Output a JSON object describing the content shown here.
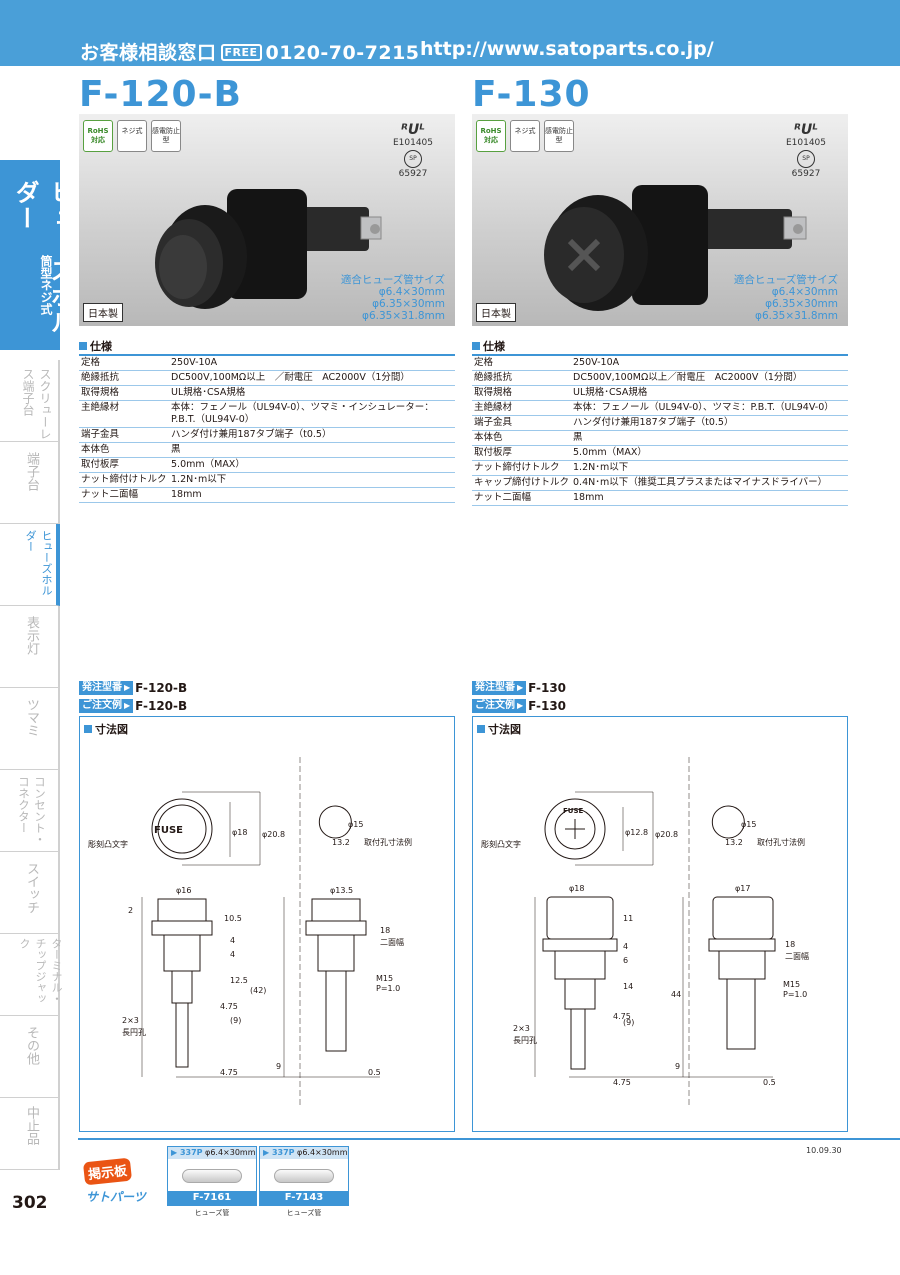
{
  "header": {
    "tel_label": "お客様相談窓口",
    "free_badge": "FREE",
    "tel_number": "0120-70-7215",
    "url": "http://www.satoparts.co.jp/"
  },
  "side": {
    "current_title": "ヒューズホルダー",
    "current_sub": "筒型ネジ式",
    "tabs": [
      {
        "label": "スクリューレス端子台"
      },
      {
        "label": "端子台"
      },
      {
        "label": "ヒューズホルダー"
      },
      {
        "label": "表示灯"
      },
      {
        "label": "ツマミ"
      },
      {
        "label": "コンセント・コネクター"
      },
      {
        "label": "スイッチ"
      },
      {
        "label": "ターミナル・チップジャック"
      },
      {
        "label": "その他"
      },
      {
        "label": "中止品"
      }
    ],
    "page_number": "302"
  },
  "products": [
    {
      "model": "F-120-B",
      "badges": [
        "RoHS対応",
        "ネジ式",
        "感電防止型"
      ],
      "ul_file": "E101405",
      "csa_file": "65927",
      "fuse_sizes_title": "適合ヒューズ管サイズ",
      "fuse_sizes": [
        "φ6.4×30mm",
        "φ6.35×30mm",
        "φ6.35×31.8mm"
      ],
      "made_in": "日本製",
      "spec_title": "仕様",
      "specs": [
        {
          "k": "定格",
          "v": "250V-10A"
        },
        {
          "k": "絶縁抵抗",
          "v": "DC500V,100MΩ以上　／耐電圧　AC2000V（1分間）"
        },
        {
          "k": "取得規格",
          "v": "UL規格･CSA規格"
        },
        {
          "k": "主絶縁材",
          "v": "本体：フェノール（UL94V-0）、ツマミ・インシュレーター：P.B.T.（UL94V-0）"
        },
        {
          "k": "端子金具",
          "v": "ハンダ付け兼用187タブ端子（t0.5）"
        },
        {
          "k": "本体色",
          "v": "黒"
        },
        {
          "k": "取付板厚",
          "v": "5.0mm（MAX）"
        },
        {
          "k": "ナット締付けトルク",
          "v": "1.2N･m以下"
        },
        {
          "k": "ナット二面幅",
          "v": "18mm"
        }
      ],
      "order_label": "発注型番",
      "order_value": "F-120-B",
      "example_label": "ご注文例",
      "example_value": "F-120-B",
      "dim_title": "寸法図",
      "dim": {
        "emboss_label": "彫刻凸文字",
        "fuse_text": "FUSE",
        "d_inner": "φ18",
        "d_outer": "φ20.8",
        "hole_d": "φ15",
        "hole_w": "13.2",
        "hole_label": "取付孔寸法例",
        "top_d": "φ16",
        "side_d": "φ13.5",
        "h1": "2",
        "h2": "10.5",
        "h3": "4",
        "h4": "4",
        "h5": "12.5",
        "total_h": "(42)",
        "h6": "(9)",
        "h7": "9",
        "nut": "18",
        "nut_label": "二面幅",
        "thread": "M15",
        "pitch": "P=1.0",
        "slot": "2×3",
        "slot_label": "長円孔",
        "w1": "4.75",
        "w2": "4.75",
        "t": "0.5"
      }
    },
    {
      "model": "F-130",
      "badges": [
        "RoHS対応",
        "ネジ式",
        "感電防止型"
      ],
      "ul_file": "E101405",
      "csa_file": "65927",
      "fuse_sizes_title": "適合ヒューズ管サイズ",
      "fuse_sizes": [
        "φ6.4×30mm",
        "φ6.35×30mm",
        "φ6.35×31.8mm"
      ],
      "made_in": "日本製",
      "spec_title": "仕様",
      "specs": [
        {
          "k": "定格",
          "v": "250V-10A"
        },
        {
          "k": "絶縁抵抗",
          "v": "DC500V,100MΩ以上／耐電圧　AC2000V（1分間）"
        },
        {
          "k": "取得規格",
          "v": "UL規格･CSA規格"
        },
        {
          "k": "主絶縁材",
          "v": "本体：フェノール（UL94V-0）、ツマミ：P.B.T.（UL94V-0）"
        },
        {
          "k": "端子金具",
          "v": "ハンダ付け兼用187タブ端子（t0.5）"
        },
        {
          "k": "本体色",
          "v": "黒"
        },
        {
          "k": "取付板厚",
          "v": "5.0mm（MAX）"
        },
        {
          "k": "ナット締付けトルク",
          "v": "1.2N･m以下"
        },
        {
          "k": "キャップ締付けトルク",
          "v": "0.4N･m以下（推奨工具プラスまたはマイナスドライバー）"
        },
        {
          "k": "ナット二面幅",
          "v": "18mm"
        }
      ],
      "order_label": "発注型番",
      "order_value": "F-130",
      "example_label": "ご注文例",
      "example_value": "F-130",
      "dim_title": "寸法図",
      "dim": {
        "emboss_label": "彫刻凸文字",
        "fuse_text": "FUSE",
        "d_inner": "φ12.8",
        "d_outer": "φ20.8",
        "hole_d": "φ15",
        "hole_w": "13.2",
        "hole_label": "取付孔寸法例",
        "top_d": "φ18",
        "side_d": "φ17",
        "h1": "11",
        "h3": "4",
        "h4": "6",
        "h5": "14",
        "total_h": "44",
        "h6": "(9)",
        "h7": "9",
        "nut": "18",
        "nut_label": "二面幅",
        "thread": "M15",
        "pitch": "P=1.0",
        "slot": "2×3",
        "slot_label": "長円孔",
        "w1": "4.75",
        "w2": "4.75",
        "t": "0.5"
      }
    }
  ],
  "footer": {
    "date": "10.09.30",
    "board_title": "掲示板",
    "board_sub": "サトパーツ",
    "items": [
      {
        "code": "337P",
        "size": "φ6.4×30mm",
        "model": "F-7161",
        "caption": "ヒューズ管"
      },
      {
        "code": "337P",
        "size": "φ6.4×30mm",
        "model": "F-7143",
        "caption": "ヒューズ管"
      }
    ]
  },
  "colors": {
    "accent": "#3d95d6",
    "header": "#4a9fd8",
    "text": "#231815"
  }
}
